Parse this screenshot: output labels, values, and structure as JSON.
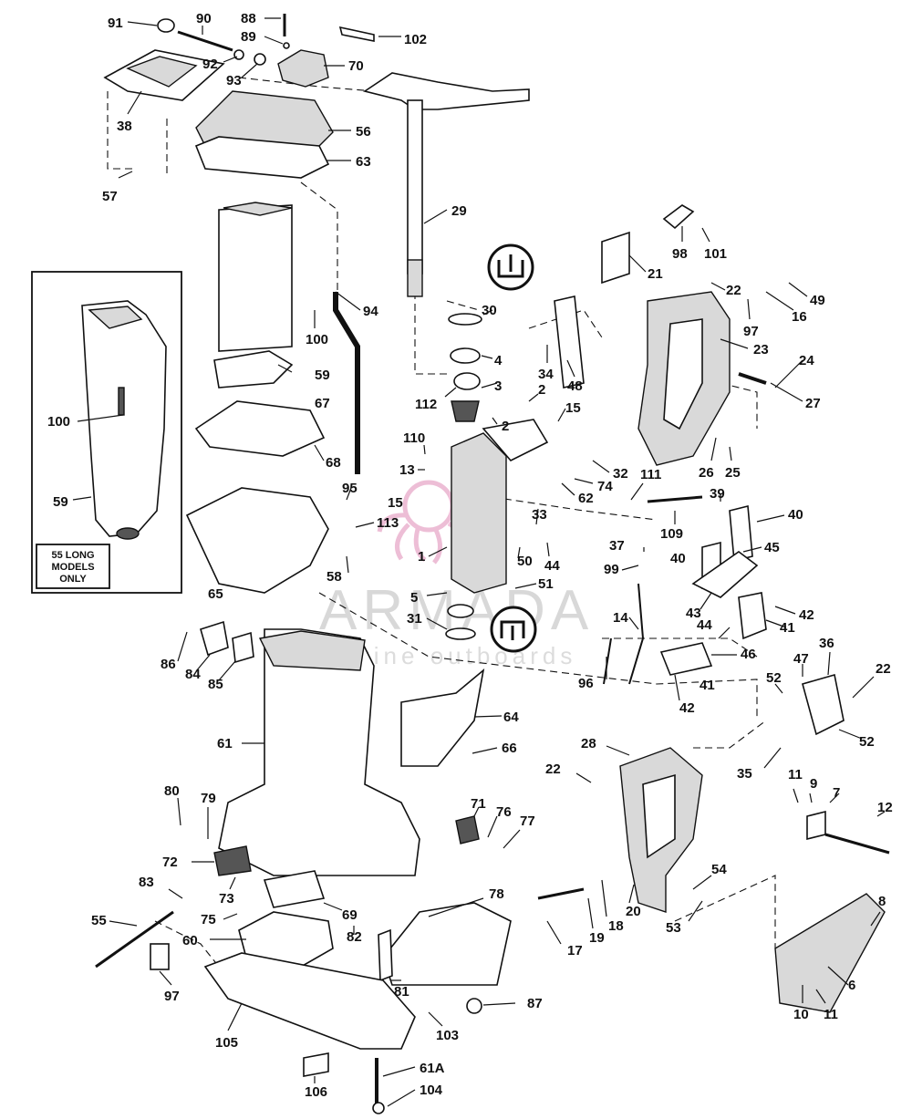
{
  "inset_note": [
    "55 LONG",
    "MODELS",
    "ONLY"
  ],
  "watermark": {
    "brand": "ARMADA",
    "tagline": "marine outboards",
    "logo": "octopus-logo"
  },
  "colors": {
    "line": "#111111",
    "watermark_pink": "#e08ab5",
    "watermark_gray": "#7d7d7d"
  },
  "labels": {
    "c91": "91",
    "c90": "90",
    "c88": "88",
    "c89": "89",
    "c102": "102",
    "c92": "92",
    "c93": "93",
    "c70": "70",
    "c38": "38",
    "c56": "56",
    "c63": "63",
    "c57": "57",
    "c29": "29",
    "c98": "98",
    "c101": "101",
    "c21": "21",
    "c22a": "22",
    "c49": "49",
    "c16": "16",
    "c97a": "97",
    "c30": "30",
    "c94": "94",
    "c100a": "100",
    "c100b": "100",
    "c4": "4",
    "c3": "3",
    "c112": "112",
    "c34": "34",
    "c48": "48",
    "c2a": "2",
    "c2b": "2",
    "c15a": "15",
    "c15b": "15",
    "c23": "23",
    "c24": "24",
    "c27": "27",
    "c59a": "59",
    "c59b": "59",
    "c67": "67",
    "c68": "68",
    "c110": "110",
    "c13": "13",
    "c26": "26",
    "c25": "25",
    "c32": "32",
    "c74": "74",
    "c62": "62",
    "c111": "111",
    "c95": "95",
    "c113": "113",
    "c1": "1",
    "c109": "109",
    "c39": "39",
    "c40a": "40",
    "c40b": "40",
    "c33": "33",
    "c50": "50",
    "c44a": "44",
    "c37": "37",
    "c45": "45",
    "c99": "99",
    "c65": "65",
    "c58": "58",
    "c51": "51",
    "c5": "5",
    "c31": "31",
    "c43": "43",
    "c42a": "42",
    "c42b": "42",
    "c44b": "44",
    "c41a": "41",
    "c41b": "41",
    "c46": "46",
    "c14": "14",
    "c36": "36",
    "c86": "86",
    "c84": "84",
    "c85": "85",
    "c96": "96",
    "c47": "47",
    "c22b": "22",
    "c52a": "52",
    "c52b": "52",
    "c64": "64",
    "c61": "61",
    "c66": "66",
    "c28": "28",
    "c35": "35",
    "c22c": "22",
    "c11a": "11",
    "c9": "9",
    "c7": "7",
    "c12": "12",
    "c80": "80",
    "c79": "79",
    "c71": "71",
    "c76": "76",
    "c77": "77",
    "c72": "72",
    "c73": "73",
    "c78": "78",
    "c83": "83",
    "c75": "75",
    "c69": "69",
    "c55": "55",
    "c54": "54",
    "c8": "8",
    "c20": "20",
    "c18": "18",
    "c19": "19",
    "c53": "53",
    "c17": "17",
    "c60": "60",
    "c82": "82",
    "c81": "81",
    "c6": "6",
    "c97b": "97",
    "c87": "87",
    "c103": "103",
    "c105": "105",
    "c10": "10",
    "c11b": "11",
    "c61a": "61A",
    "c106": "106",
    "c104": "104"
  }
}
